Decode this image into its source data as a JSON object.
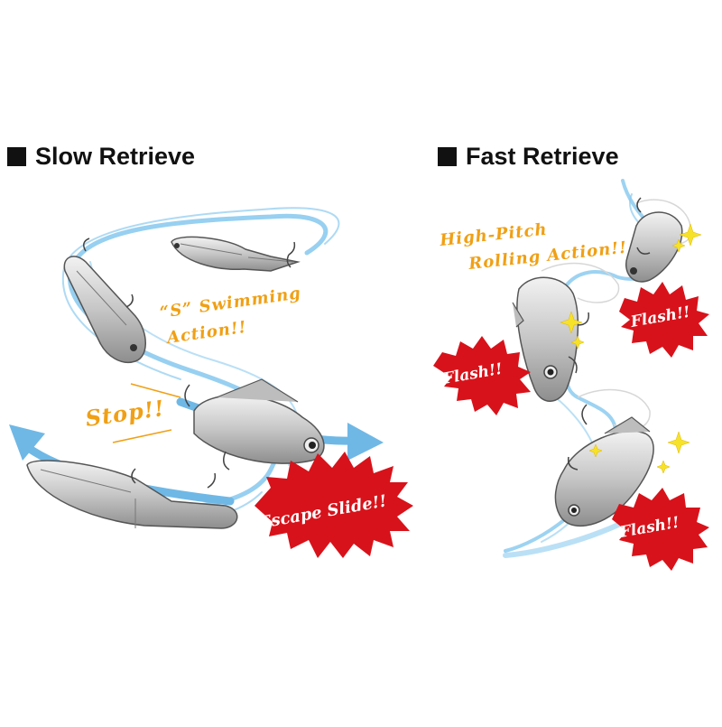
{
  "slow": {
    "heading": "Slow Retrieve",
    "action_line1": "“S” Swimming",
    "action_line2": "Action!!",
    "stop": "Stop!!",
    "escape": "Escape Slide!!"
  },
  "fast": {
    "heading": "Fast Retrieve",
    "action_line1": "High-Pitch",
    "action_line2": "Rolling Action!!",
    "flash_1": "Flash!!",
    "flash_2": "Flash!!",
    "flash_3": "Flash!!"
  },
  "colors": {
    "swim_line": "#7fc4ea",
    "arrow": "#6fb8e6",
    "burst": "#d8121a",
    "label_orange": "#f0a015",
    "lure_body": "#c9c9c9",
    "sparkle": "#f7e22a"
  }
}
